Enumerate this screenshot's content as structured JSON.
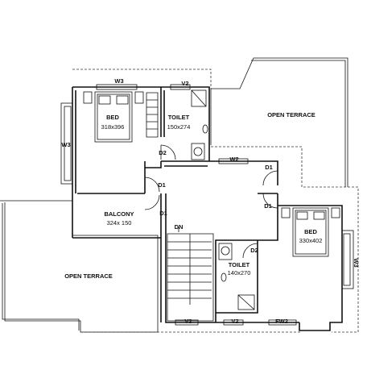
{
  "rooms": {
    "bed_left": {
      "name": "BED",
      "size": "318x396"
    },
    "toilet_top": {
      "name": "TOILET",
      "size": "150x274"
    },
    "balcony": {
      "name": "BALCONY",
      "size": "324x 150"
    },
    "bed_right": {
      "name": "BED",
      "size": "330x402"
    },
    "toilet_bottom": {
      "name": "TOILET",
      "size": "140x270"
    }
  },
  "terraces": {
    "top_right": "OPEN TERRACE",
    "bottom_left": "OPEN TERRACE"
  },
  "openings": {
    "w3_top": "W3",
    "v2_top": "V2",
    "w3_left": "W3",
    "d2_top": "D2",
    "w2": "W2",
    "d1_right_top": "D1",
    "d1_left_top": "D1",
    "d1_left_bottom": "D1",
    "d1_right_bottom": "D1",
    "dn": "DN",
    "d2_bottom": "D2",
    "w3_right": "W3",
    "v2_bottom_1": "V2",
    "v2_bottom_2": "V2",
    "fw2": "FW2"
  }
}
